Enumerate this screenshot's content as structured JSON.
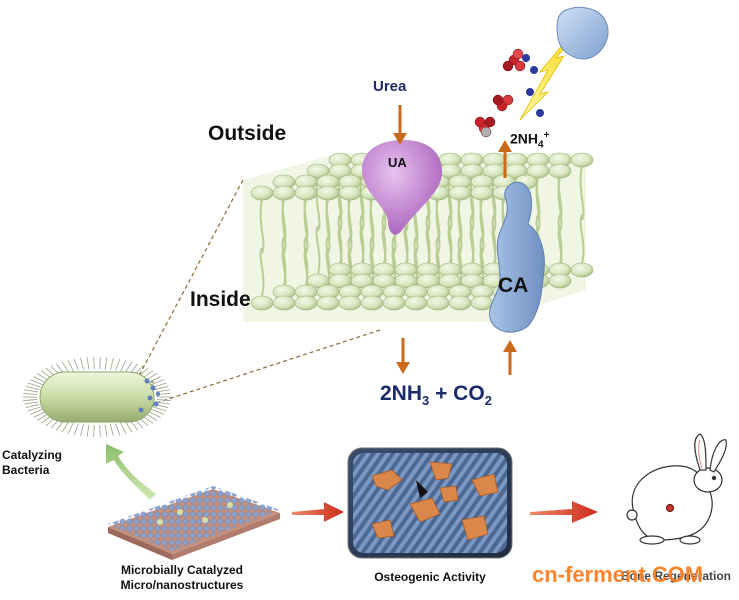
{
  "labels": {
    "outside": "Outside",
    "inside": "Inside",
    "urea": "Urea",
    "ua": "UA",
    "ca": "CA",
    "ammonium": "2NH4+",
    "products": "2NH3 + CO2",
    "catalyzing_bacteria": [
      "Catalyzing",
      "Bacteria"
    ],
    "microstructures": [
      "Microbially Catalyzed",
      "Micro/nanostructures"
    ],
    "osteogenic": "Osteogenic Activity",
    "bone_regeneration": "Bone Regeneration"
  },
  "watermark": "cn-ferment.COM",
  "colors": {
    "lipid_head": "#d8e6bf",
    "lipid_tail": "#c7d9a6",
    "urease": "#c27fd0",
    "carbonic_anhydrase": "#8eadd8",
    "arrow_orange": "#c8691c",
    "arrow_red": "#d73a22",
    "label_navy": "#1b2a6b",
    "watermark": "#ff7a1a"
  },
  "icons": [
    "bacterium-icon",
    "membrane-bilayer-icon",
    "urease-protein-icon",
    "carbonic-anhydrase-icon",
    "molecule-icon",
    "lightning-icon",
    "crystal-icon",
    "substrate-icon",
    "rabbit-icon"
  ]
}
